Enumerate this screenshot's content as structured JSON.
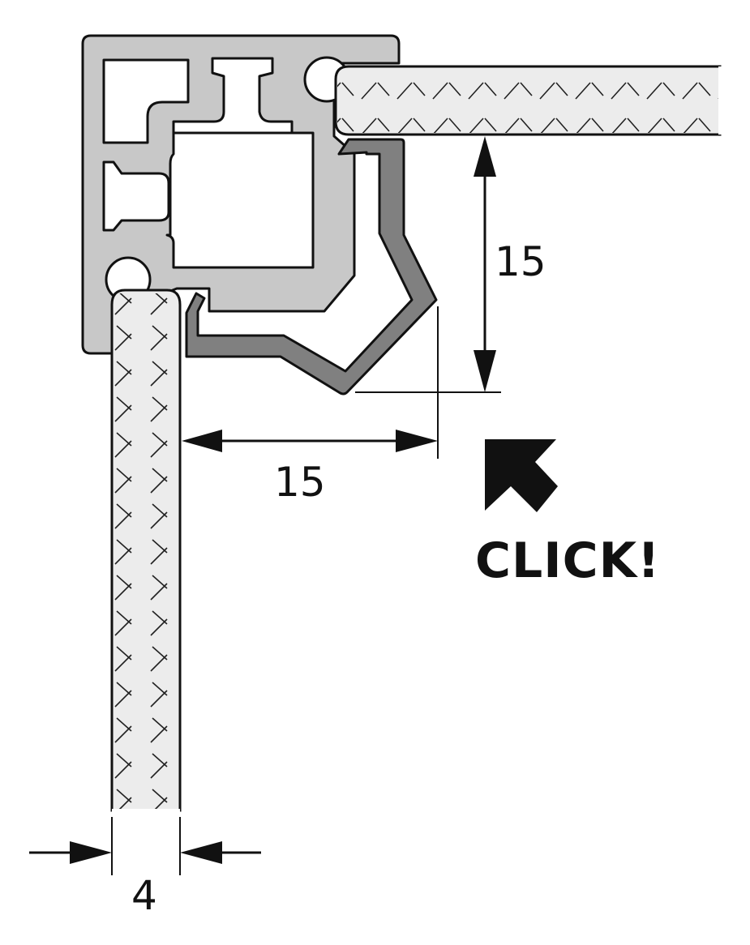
{
  "diagram": {
    "dimensions": {
      "vertical_gap": "15",
      "horizontal_gap": "15",
      "panel_thickness": "4"
    },
    "callout": {
      "label": "CLICK!",
      "icon": "arrow-up-left-icon"
    },
    "colors": {
      "profile_fill": "#c8c8c8",
      "clip_fill": "#808080",
      "panel_fill": "#ececec",
      "line": "#111111"
    }
  }
}
